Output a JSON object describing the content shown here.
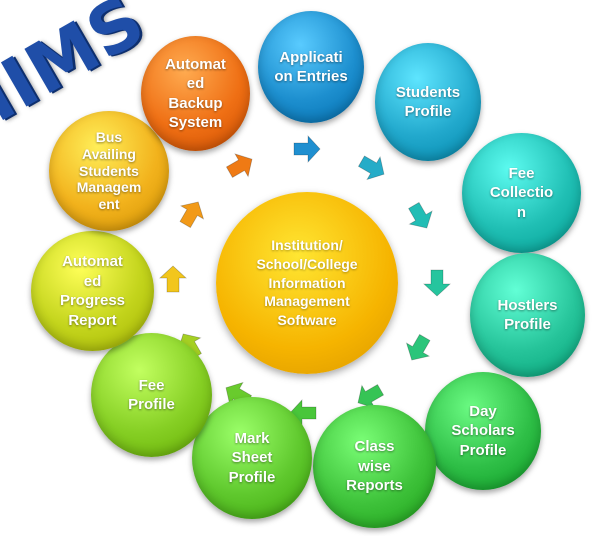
{
  "logo_text": "IIMS",
  "center": {
    "text": "Institution/\nSchool/College\nInformation\nManagement\nSoftware",
    "color": "#f6b400"
  },
  "modules": [
    {
      "label": "Applicati\non Entries",
      "color": "#1d8fcf"
    },
    {
      "label": "Students\nProfile",
      "color": "#22a9cd"
    },
    {
      "label": "Fee\nCollectio\nn",
      "color": "#20bfb4"
    },
    {
      "label": "Hostlers\nProfile",
      "color": "#26c49a"
    },
    {
      "label": "Day\nScholars\nProfile",
      "color": "#2fbf47"
    },
    {
      "label": "Class\nwise\nReports",
      "color": "#3ec23a"
    },
    {
      "label": "Mark\nSheet\nProfile",
      "color": "#5fc82d"
    },
    {
      "label": "Fee\nProfile",
      "color": "#86cf24"
    },
    {
      "label": "Automat\ned\nProgress\nReport",
      "color": "#c3d41c"
    },
    {
      "label": "Bus\nAvailing\nStudents\nManagem\nent",
      "color": "#f2b21c"
    },
    {
      "label": "Automat\ned\nBackup\nSystem",
      "color": "#ef6f14"
    }
  ],
  "arrow_colors": [
    "#1f8fd0",
    "#25acc8",
    "#22bdb5",
    "#26c59e",
    "#2bc57a",
    "#36c455",
    "#49c63a",
    "#69cb2d",
    "#a5d023",
    "#f2c61c",
    "#f29a18",
    "#ef7a14"
  ]
}
